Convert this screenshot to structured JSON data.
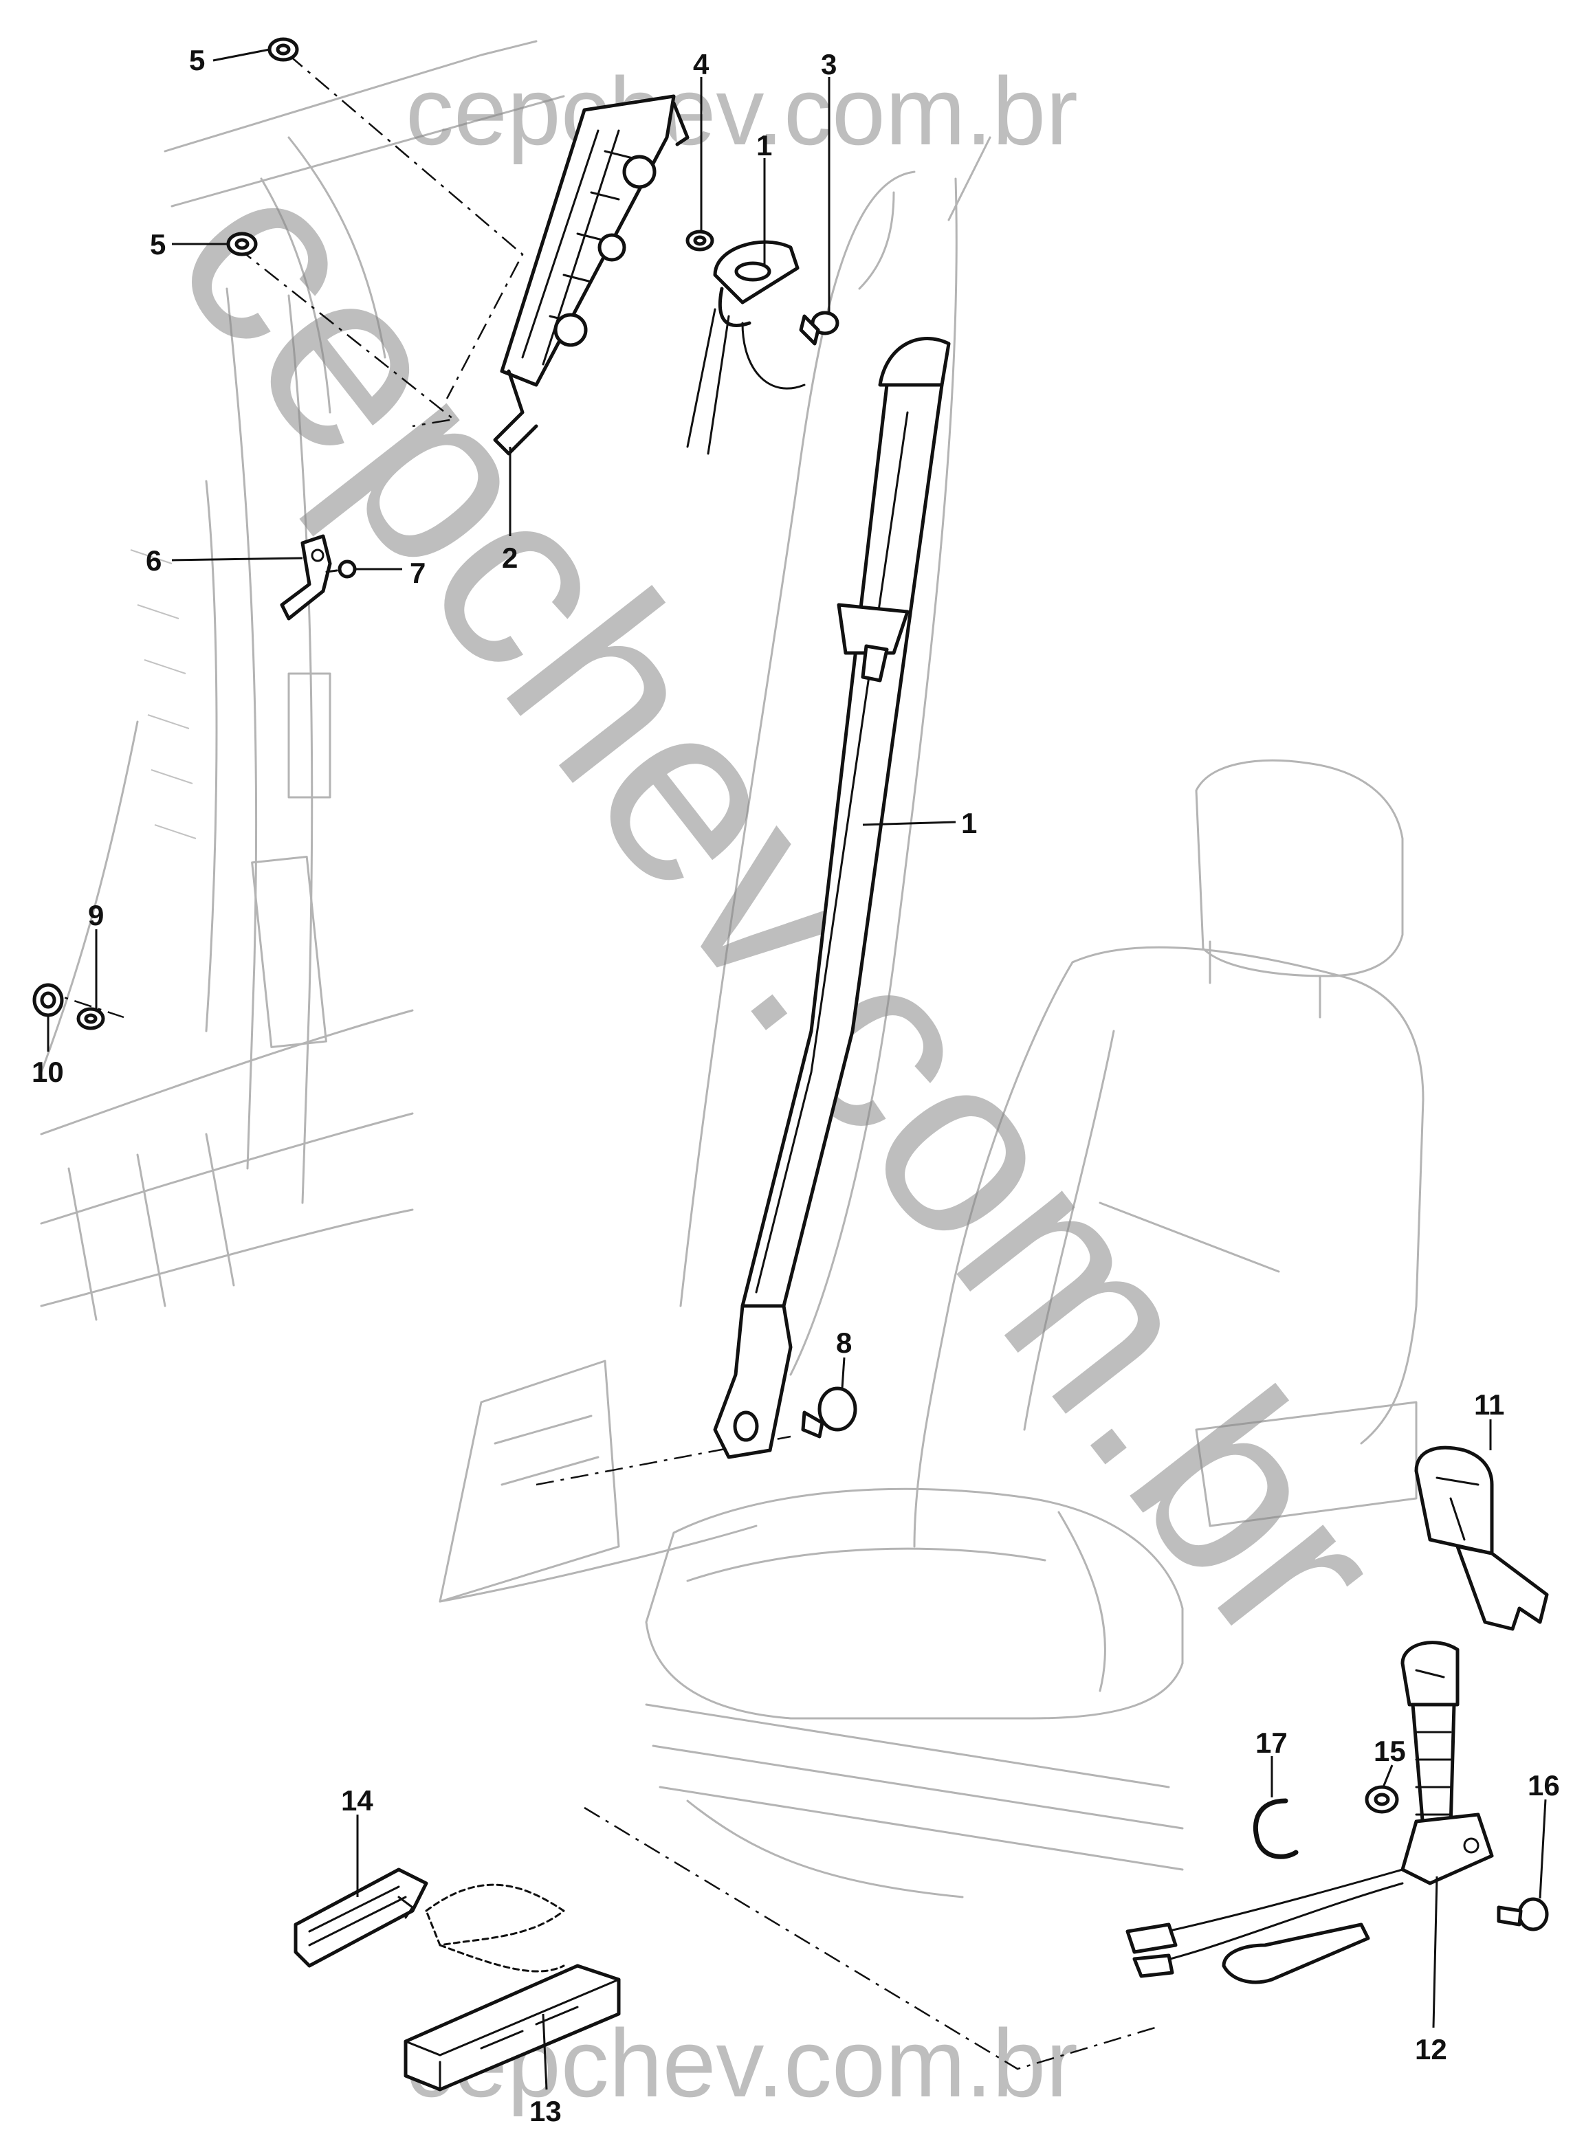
{
  "watermarks": {
    "top": "cepchev.com.br",
    "diagonal": "cepchev.com.br",
    "bottom": "cepchev.com.br"
  },
  "callouts": [
    "1",
    "1",
    "2",
    "3",
    "4",
    "5",
    "5",
    "6",
    "7",
    "8",
    "9",
    "10",
    "11",
    "12",
    "13",
    "14",
    "15",
    "16",
    "17"
  ]
}
